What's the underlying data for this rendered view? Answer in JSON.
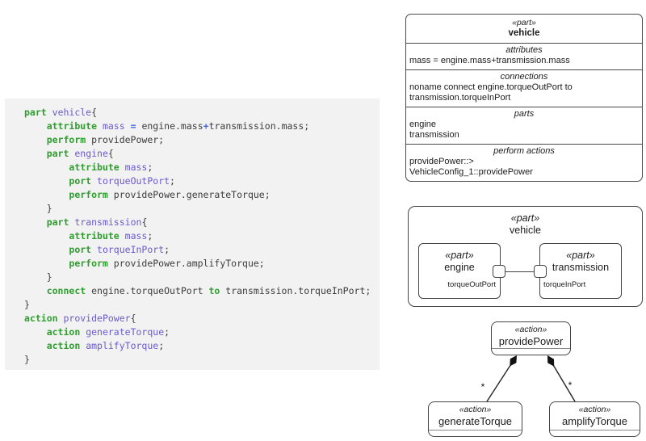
{
  "code": {
    "bg": "#f2f2f2",
    "colors": {
      "keyword": "#2f9e2f",
      "name": "#6a5acd",
      "operator": "#4169e1",
      "plain": "#3c3c3c"
    },
    "lines": [
      [
        {
          "t": "part",
          "c": "k"
        },
        {
          "t": " ",
          "c": "p"
        },
        {
          "t": "vehicle",
          "c": "n"
        },
        {
          "t": "{",
          "c": "p"
        }
      ],
      [
        {
          "t": "    ",
          "c": "p"
        },
        {
          "t": "attribute",
          "c": "k"
        },
        {
          "t": " ",
          "c": "p"
        },
        {
          "t": "mass",
          "c": "n"
        },
        {
          "t": " ",
          "c": "p"
        },
        {
          "t": "=",
          "c": "o"
        },
        {
          "t": " engine.mass",
          "c": "p"
        },
        {
          "t": "+",
          "c": "o"
        },
        {
          "t": "transmission.mass;",
          "c": "p"
        }
      ],
      [
        {
          "t": "    ",
          "c": "p"
        },
        {
          "t": "perform",
          "c": "k"
        },
        {
          "t": " providePower;",
          "c": "p"
        }
      ],
      [
        {
          "t": "    ",
          "c": "p"
        },
        {
          "t": "part",
          "c": "k"
        },
        {
          "t": " ",
          "c": "p"
        },
        {
          "t": "engine",
          "c": "n"
        },
        {
          "t": "{",
          "c": "p"
        }
      ],
      [
        {
          "t": "        ",
          "c": "p"
        },
        {
          "t": "attribute",
          "c": "k"
        },
        {
          "t": " ",
          "c": "p"
        },
        {
          "t": "mass",
          "c": "n"
        },
        {
          "t": ";",
          "c": "p"
        }
      ],
      [
        {
          "t": "        ",
          "c": "p"
        },
        {
          "t": "port",
          "c": "k"
        },
        {
          "t": " ",
          "c": "p"
        },
        {
          "t": "torqueOutPort",
          "c": "n"
        },
        {
          "t": ";",
          "c": "p"
        }
      ],
      [
        {
          "t": "        ",
          "c": "p"
        },
        {
          "t": "perform",
          "c": "k"
        },
        {
          "t": " providePower.generateTorque;",
          "c": "p"
        }
      ],
      [
        {
          "t": "    }",
          "c": "p"
        }
      ],
      [
        {
          "t": "    ",
          "c": "p"
        },
        {
          "t": "part",
          "c": "k"
        },
        {
          "t": " ",
          "c": "p"
        },
        {
          "t": "transmission",
          "c": "n"
        },
        {
          "t": "{",
          "c": "p"
        }
      ],
      [
        {
          "t": "        ",
          "c": "p"
        },
        {
          "t": "attribute",
          "c": "k"
        },
        {
          "t": " ",
          "c": "p"
        },
        {
          "t": "mass",
          "c": "n"
        },
        {
          "t": ";",
          "c": "p"
        }
      ],
      [
        {
          "t": "        ",
          "c": "p"
        },
        {
          "t": "port",
          "c": "k"
        },
        {
          "t": " ",
          "c": "p"
        },
        {
          "t": "torqueInPort",
          "c": "n"
        },
        {
          "t": ";",
          "c": "p"
        }
      ],
      [
        {
          "t": "        ",
          "c": "p"
        },
        {
          "t": "perform",
          "c": "k"
        },
        {
          "t": " providePower.amplifyTorque;",
          "c": "p"
        }
      ],
      [
        {
          "t": "    }",
          "c": "p"
        }
      ],
      [
        {
          "t": "    ",
          "c": "p"
        },
        {
          "t": "connect",
          "c": "k"
        },
        {
          "t": " engine.torqueOutPort ",
          "c": "p"
        },
        {
          "t": "to",
          "c": "k"
        },
        {
          "t": " transmission.torqueInPort;",
          "c": "p"
        }
      ],
      [
        {
          "t": "}",
          "c": "p"
        }
      ],
      [
        {
          "t": "action",
          "c": "k"
        },
        {
          "t": " ",
          "c": "p"
        },
        {
          "t": "providePower",
          "c": "n"
        },
        {
          "t": "{",
          "c": "p"
        }
      ],
      [
        {
          "t": "    ",
          "c": "p"
        },
        {
          "t": "action",
          "c": "k"
        },
        {
          "t": " ",
          "c": "p"
        },
        {
          "t": "generateTorque",
          "c": "n"
        },
        {
          "t": ";",
          "c": "p"
        }
      ],
      [
        {
          "t": "    ",
          "c": "p"
        },
        {
          "t": "action",
          "c": "k"
        },
        {
          "t": " ",
          "c": "p"
        },
        {
          "t": "amplifyTorque",
          "c": "n"
        },
        {
          "t": ";",
          "c": "p"
        }
      ],
      [
        {
          "t": "}",
          "c": "p"
        }
      ]
    ]
  },
  "class_box": {
    "stereotype": "«part»",
    "name": "vehicle",
    "compartments": [
      {
        "label": "attributes",
        "lines": [
          "mass = engine.mass+transmission.mass"
        ]
      },
      {
        "label": "connections",
        "lines": [
          "noname connect engine.torqueOutPort to",
          "transmission.torqueInPort"
        ]
      },
      {
        "label": "parts",
        "lines": [
          "engine",
          "transmission"
        ]
      },
      {
        "label": "perform actions",
        "lines": [
          "providePower::>",
          "VehicleConfig_1::providePower"
        ]
      }
    ]
  },
  "composite": {
    "stereotype": "«part»",
    "name": "vehicle",
    "engine": {
      "stereotype": "«part»",
      "name": "engine",
      "port_label": "torqueOutPort"
    },
    "transmission": {
      "stereotype": "«part»",
      "name": "transmission",
      "port_label": "torqueInPort"
    }
  },
  "action_tree": {
    "root": {
      "stereotype": "«action»",
      "name": "providePower"
    },
    "children": [
      {
        "stereotype": "«action»",
        "name": "generateTorque",
        "multiplicity": "*"
      },
      {
        "stereotype": "«action»",
        "name": "amplifyTorque",
        "multiplicity": "*"
      }
    ]
  }
}
